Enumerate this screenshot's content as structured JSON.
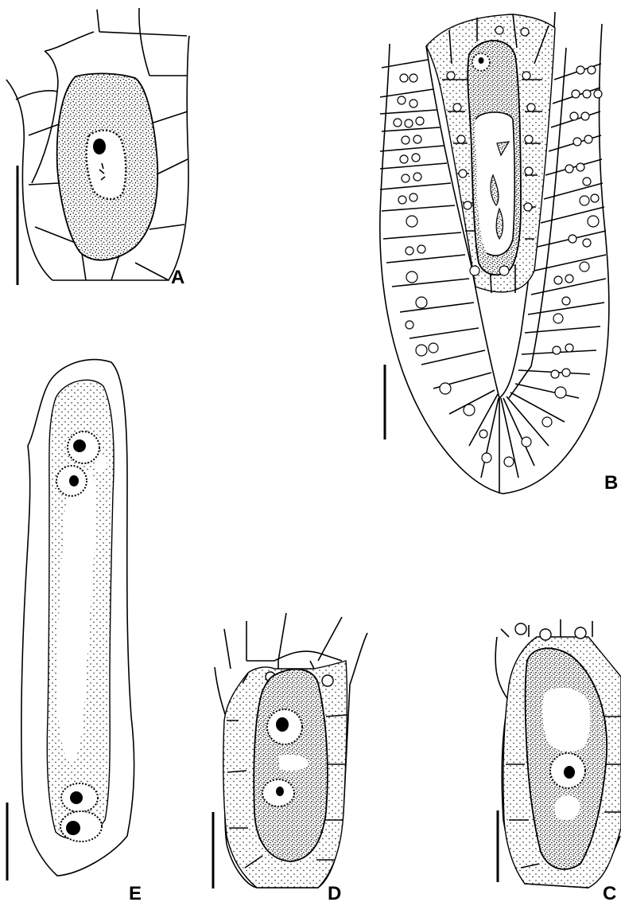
{
  "panels": {
    "A": {
      "label": "A"
    },
    "B": {
      "label": "B"
    },
    "C": {
      "label": "C"
    },
    "D": {
      "label": "D"
    },
    "E": {
      "label": "E"
    }
  }
}
